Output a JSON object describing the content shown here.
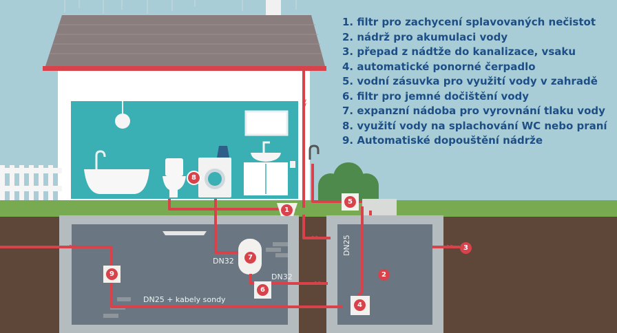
{
  "legend": [
    "1. filtr pro zachycení splavovaných nečistot",
    "2. nádrž pro akumulaci vody",
    "3. přepad z nádtže do kanalizace, vsaku",
    "4. automatické ponorné čerpadlo",
    "5. vodní zásuvka pro využití vody v zahradě",
    "6. filtr pro jemné dočištění vody",
    "7. expanzní nádoba pro vyrovnání tlaku vody",
    "8. využití vody na splachování WC nebo praní",
    "9. Automatiské dopouštění nádrže"
  ],
  "markers": {
    "m1": "1",
    "m2": "2",
    "m3": "3",
    "m4": "4",
    "m5": "5",
    "m6": "6",
    "m7": "7",
    "m8": "8",
    "m9": "9"
  },
  "pipe_labels": {
    "dn32_a": "DN32",
    "dn32_b": "DN32",
    "dn25_tank": "DN25",
    "dn25_cable": "DN25 + kabely sondy"
  },
  "colors": {
    "sky": "#a9cdd6",
    "pipe": "#d8424b",
    "legend_text": "#1d4f86",
    "grass": "#78ab51",
    "soil": "#5e4739",
    "roof": "#8a7d7d",
    "wall": "#ffffff",
    "interior": "#3ab0b5",
    "tank_water": "#6a7782"
  },
  "icons": [
    "fence-icon",
    "bathtub-icon",
    "toilet-icon",
    "washing-machine-icon",
    "sink-cabinet-icon",
    "mirror-icon",
    "lamp-icon",
    "tap-icon",
    "bush-icon",
    "chimney-icon",
    "expansion-vessel-icon",
    "pump-icon",
    "filter-icon"
  ]
}
